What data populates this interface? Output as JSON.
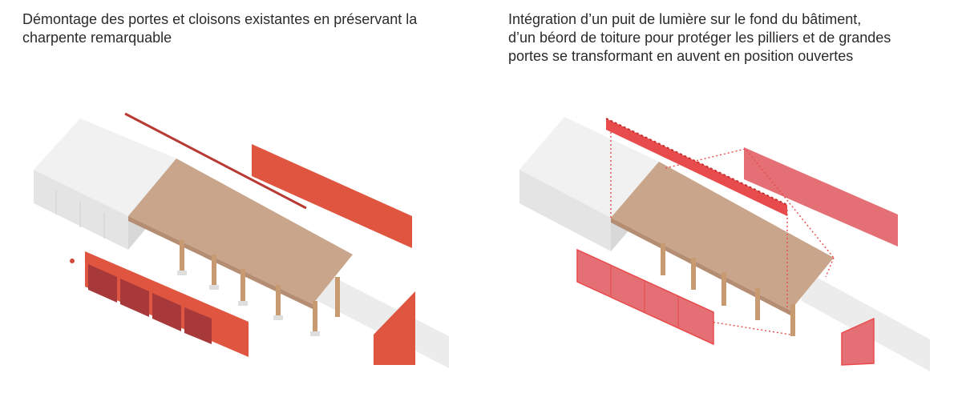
{
  "left_panel": {
    "caption": "Démontage des portes et cloisons existantes en préservant la charpente remarquable"
  },
  "right_panel": {
    "caption_lines": [
      "Intégration d’un puit de lumière sur le fond du bâtiment,",
      "d’un béord de toiture pour protéger les pilliers et de grandes",
      "portes se transformant en auvent en position ouvertes"
    ]
  },
  "colors": {
    "text": "#2b2b2b",
    "wall": "#eeeeee",
    "wall_side": "#dcdcdc",
    "roof_timber": "#c9a68b",
    "post_timber": "#c89a72",
    "demolition_red": "#e0553f",
    "demolition_dark": "#a8393a",
    "addition_red": "#e84b4b",
    "addition_fill": "#e46f74",
    "ground": "#ececec"
  }
}
